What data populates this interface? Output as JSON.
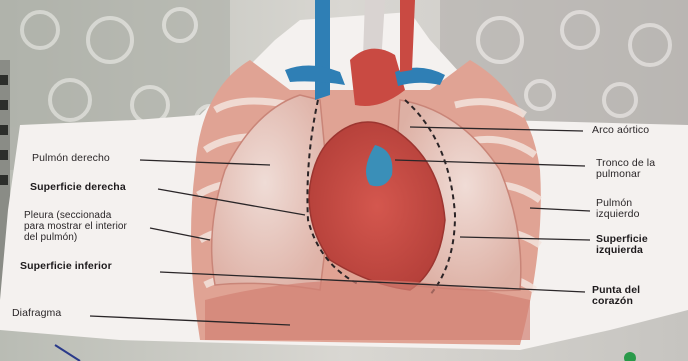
{
  "labels": {
    "right_lung": "Pulmón derecho",
    "right_surface": "Superficie derecha",
    "pleura": "Pleura (seccionada\npara mostrar el interior\ndel pulmón)",
    "inferior_surface": "Superficie inferior",
    "diaphragm": "Diafragma",
    "aortic_arch": "Arco aórtico",
    "pulmonary_trunk": "Tronco de la\npulmonar",
    "left_lung": "Pulmón\nizquierdo",
    "left_surface": "Superficie\nizquierda",
    "heart_apex": "Punta del\ncorazón"
  },
  "colors": {
    "background": "#cfd0cb",
    "paper": "#f4f1ef",
    "tissue": "#e0a394",
    "tissue_dark": "#c8584c",
    "heart": "#c74a44",
    "vein": "#2f7fb5",
    "lung_tint": "#ecd3cd",
    "leader": "#2a2628"
  }
}
